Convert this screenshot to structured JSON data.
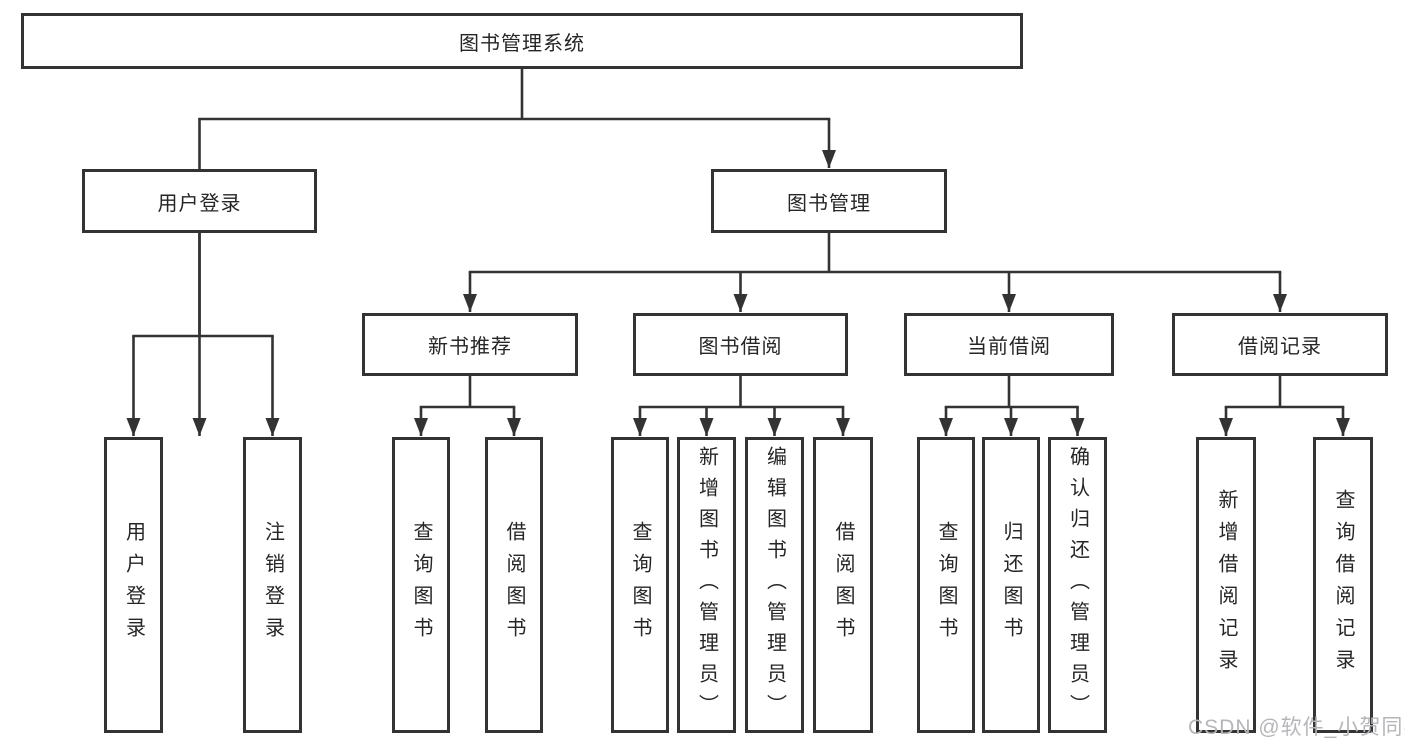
{
  "diagram": {
    "title": "图书管理系统",
    "tree": {
      "root": {
        "label": "图书管理系统"
      },
      "level2": [
        {
          "label": "用户登录",
          "children": [
            {
              "label": "用户登录"
            },
            {
              "label": "注销登录"
            }
          ]
        },
        {
          "label": "图书管理",
          "children": [
            {
              "label": "新书推荐",
              "children": [
                {
                  "label": "查询图书"
                },
                {
                  "label": "借阅图书"
                }
              ]
            },
            {
              "label": "图书借阅",
              "children": [
                {
                  "label": "查询图书"
                },
                {
                  "label": "新增图书（管理员）"
                },
                {
                  "label": "编辑图书（管理员）"
                },
                {
                  "label": "借阅图书"
                }
              ]
            },
            {
              "label": "当前借阅",
              "children": [
                {
                  "label": "查询图书"
                },
                {
                  "label": "归还图书"
                },
                {
                  "label": "确认归还（管理员）"
                }
              ]
            },
            {
              "label": "借阅记录",
              "children": [
                {
                  "label": "新增借阅记录"
                },
                {
                  "label": "查询借阅记录"
                }
              ]
            }
          ]
        }
      ]
    },
    "colors": {
      "box_border": "#333333",
      "connector_line": "#333333",
      "arrowhead": "#333333",
      "text": "#262626",
      "background": "#ffffff",
      "watermark_text": "#b6b6ba"
    }
  },
  "watermark": {
    "text": "CSDN @软件_小贺同学"
  }
}
